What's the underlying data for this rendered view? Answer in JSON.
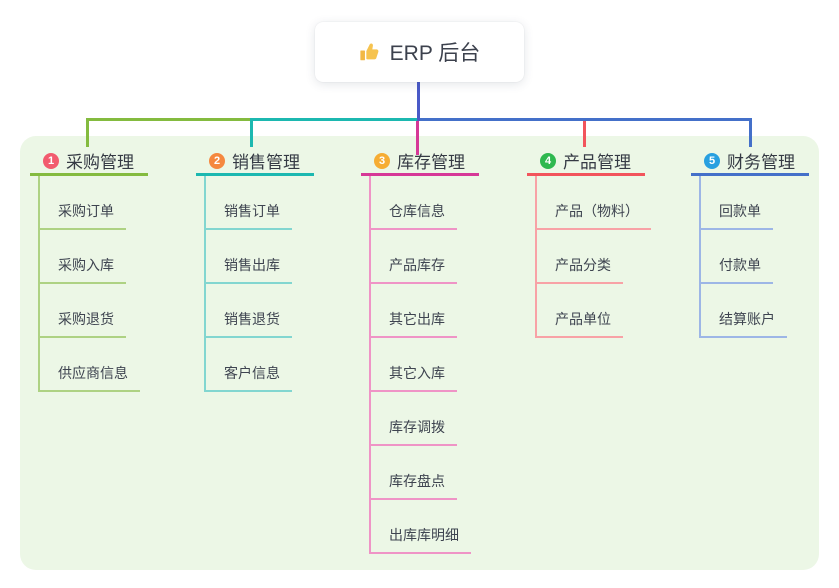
{
  "root": {
    "title": "ERP 后台",
    "icon": "thumbs-up-icon"
  },
  "colors": {
    "panel_bg": "#ecf7e6",
    "root_line": "#4a5ac8",
    "root_text": "#3c414d",
    "thumb_yellow": "#f2b844"
  },
  "branches": [
    {
      "number": "1",
      "label": "采购管理",
      "badge_color": "#f25b6e",
      "line_color": "#84bb3f",
      "item_line_color": "#aed283",
      "items": [
        "采购订单",
        "采购入库",
        "采购退货",
        "供应商信息"
      ]
    },
    {
      "number": "2",
      "label": "销售管理",
      "badge_color": "#f5883f",
      "line_color": "#1cb8b0",
      "item_line_color": "#82d6d0",
      "items": [
        "销售订单",
        "销售出库",
        "销售退货",
        "客户信息"
      ]
    },
    {
      "number": "3",
      "label": "库存管理",
      "badge_color": "#f6ad33",
      "line_color": "#d63897",
      "item_line_color": "#ef94c6",
      "items": [
        "仓库信息",
        "产品库存",
        "其它出库",
        "其它入库",
        "库存调拨",
        "库存盘点",
        "出库库明细"
      ]
    },
    {
      "number": "4",
      "label": "产品管理",
      "badge_color": "#2eb84f",
      "line_color": "#f2545c",
      "item_line_color": "#f8a2a6",
      "items": [
        "产品（物料）",
        "产品分类",
        "产品单位"
      ]
    },
    {
      "number": "5",
      "label": "财务管理",
      "badge_color": "#28a0e0",
      "line_color": "#4470c9",
      "item_line_color": "#9db6e6",
      "items": [
        "回款单",
        "付款单",
        "结算账户"
      ]
    }
  ]
}
